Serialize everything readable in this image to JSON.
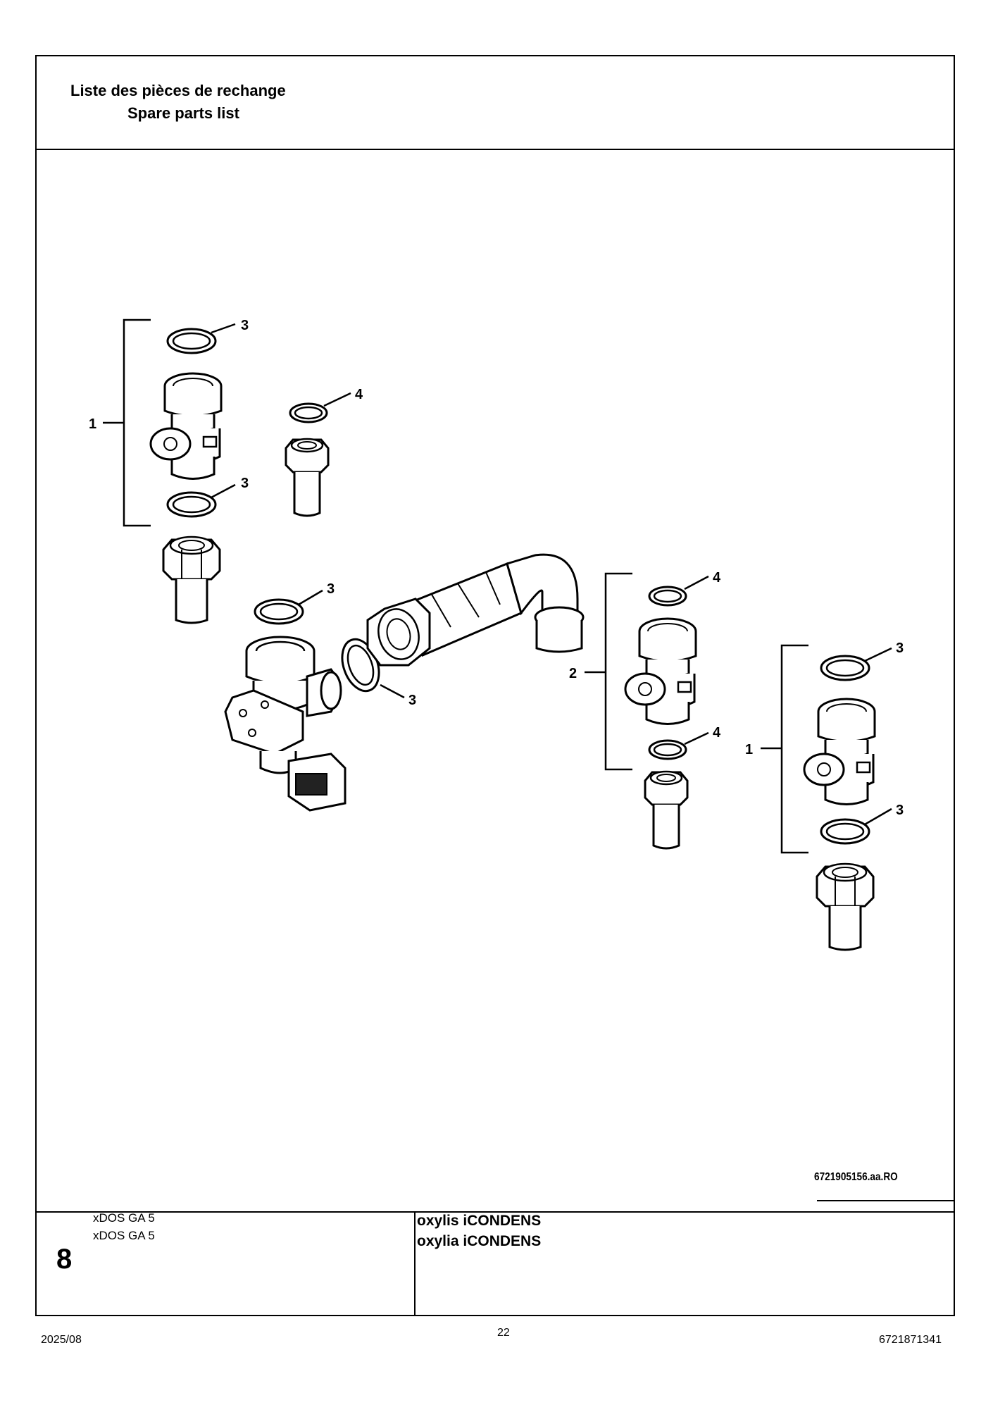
{
  "header": {
    "title_fr": "Liste des pièces de rechange",
    "title_en": "Spare parts list"
  },
  "diagram": {
    "drawing_id": "6721905156.aa.RO",
    "callouts": {
      "group1_label": "1",
      "group2_label": "2",
      "seal3_label": "3",
      "seal4_label": "4"
    }
  },
  "info_block": {
    "section_number": "8",
    "model_codes": [
      "xDOS GA 5",
      "xDOS GA 5"
    ],
    "products": [
      "oxylis iCONDENS",
      "oxylia iCONDENS"
    ]
  },
  "footer": {
    "date": "2025/08",
    "page": "22",
    "doc_number": "6721871341"
  }
}
